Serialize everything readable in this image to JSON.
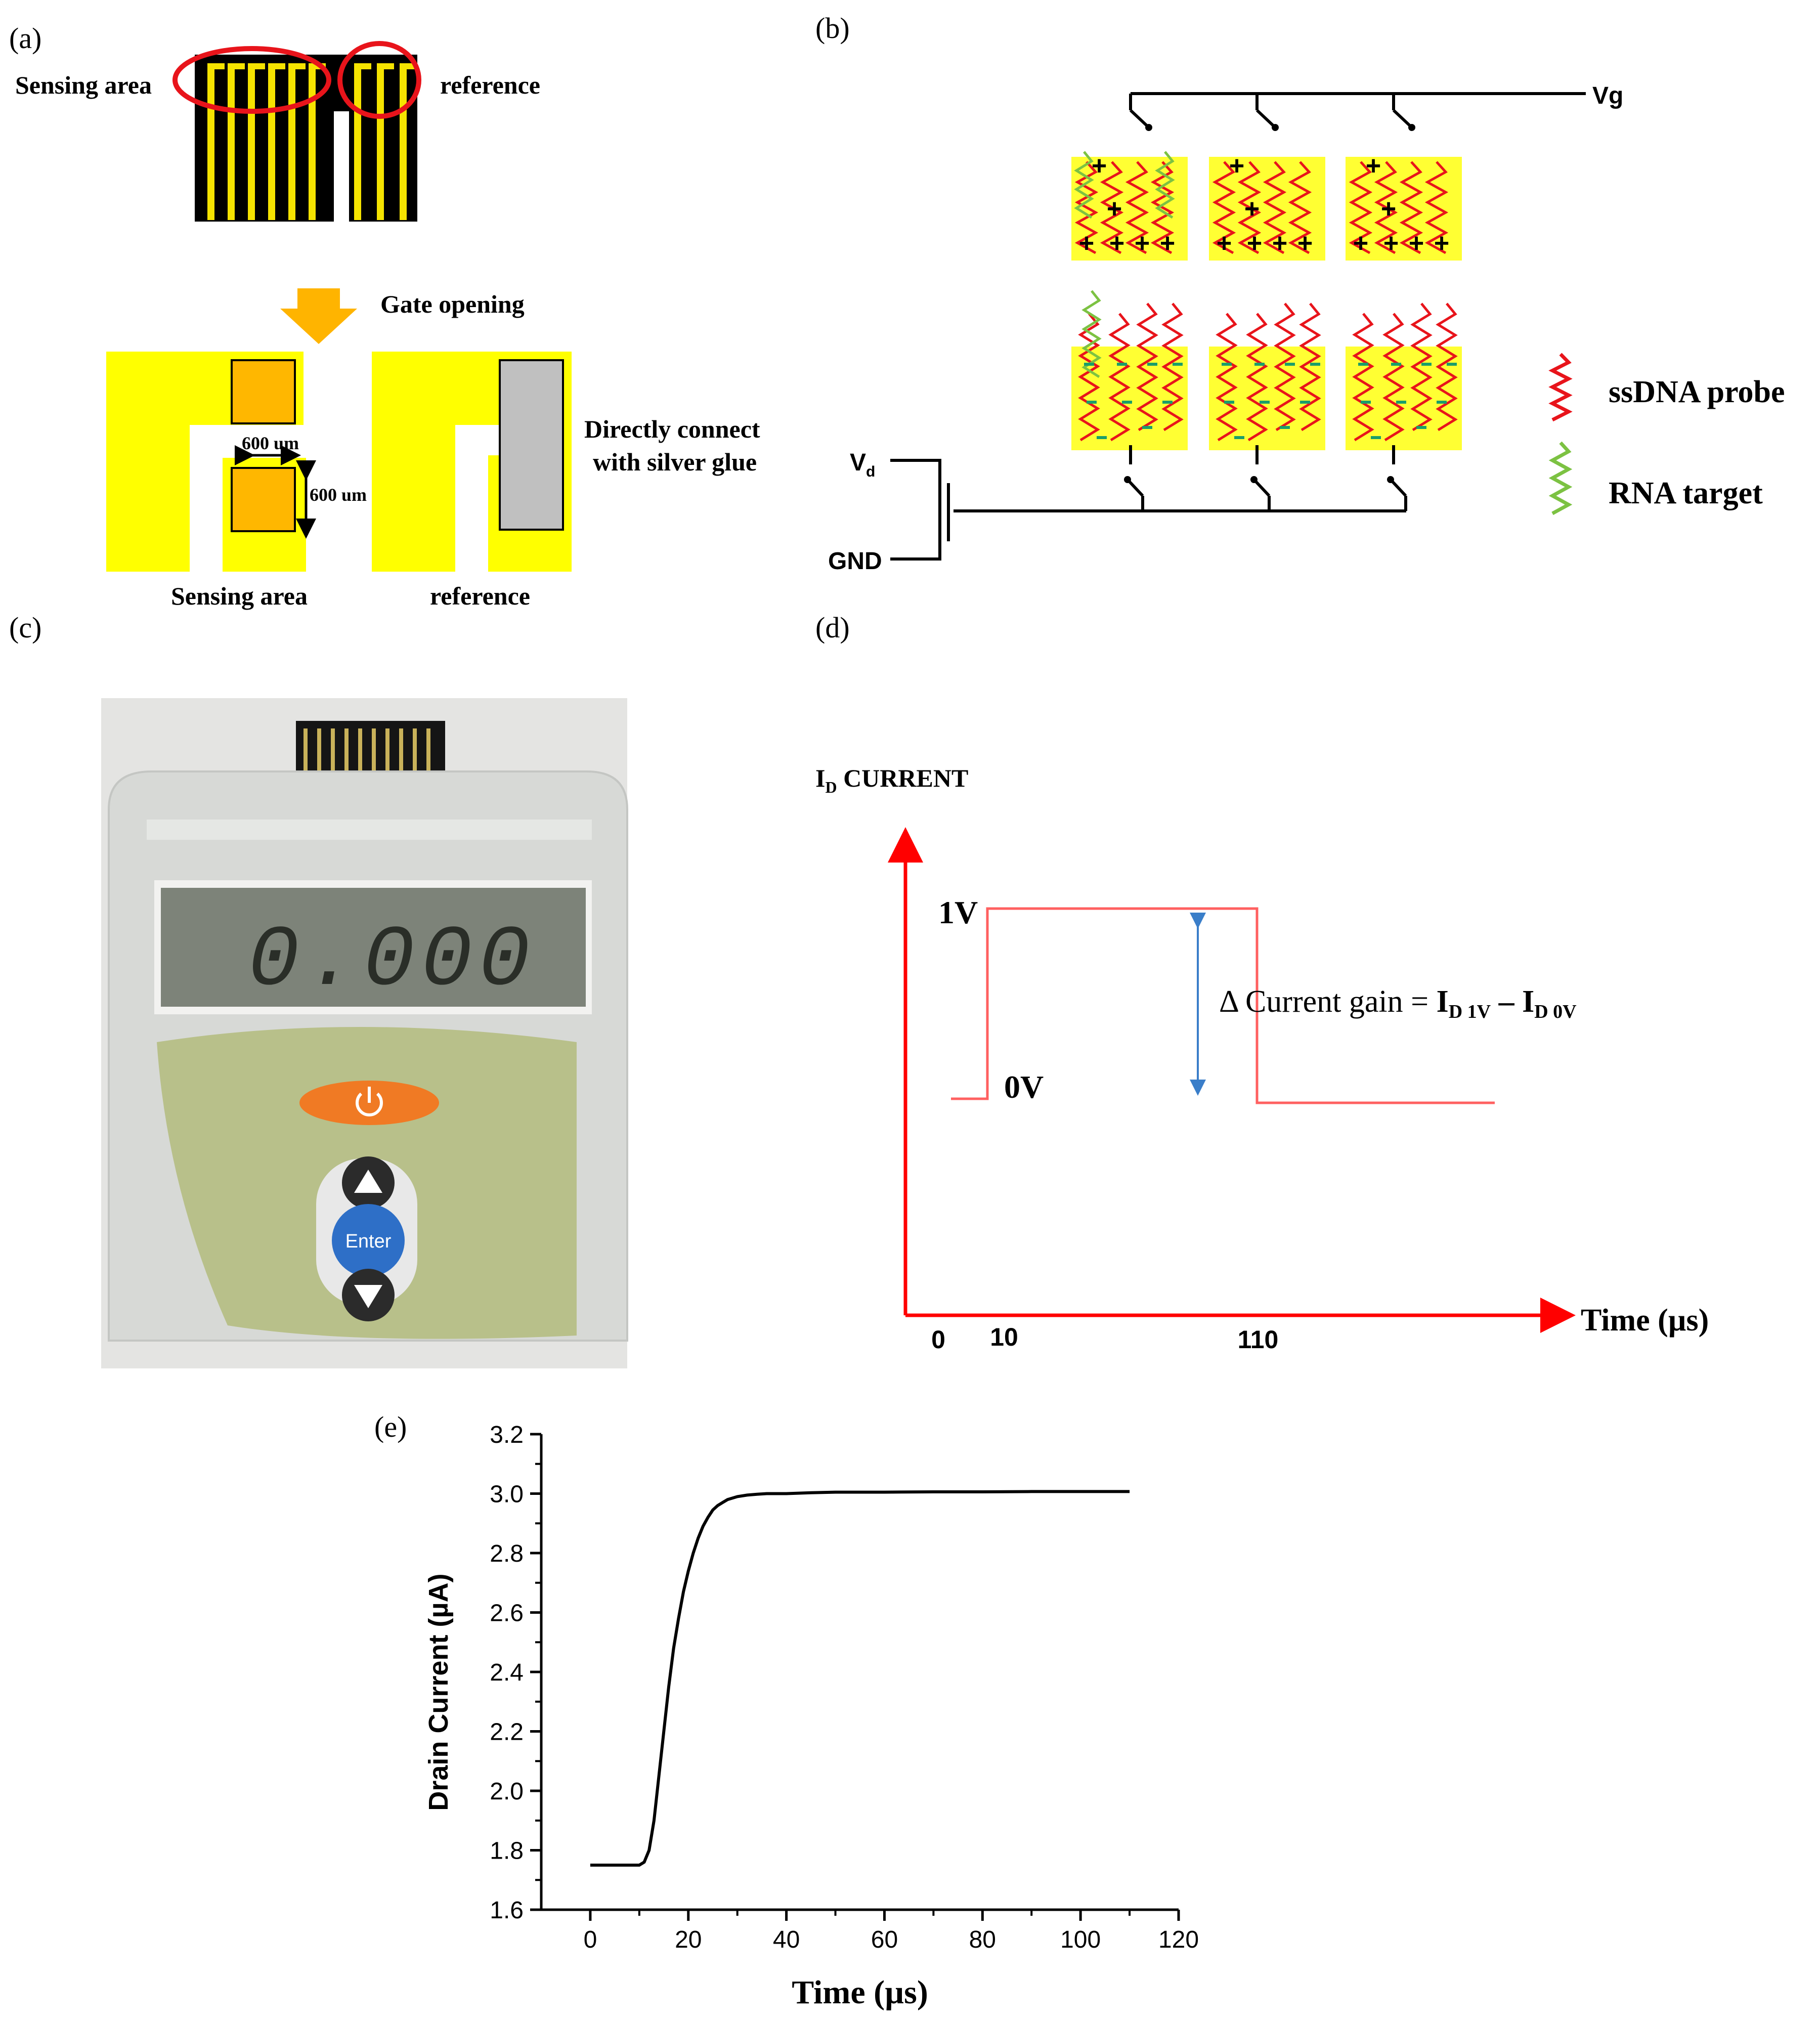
{
  "panels": {
    "a": {
      "label": "(a)",
      "sensing_area_label": "Sensing area",
      "reference_label": "reference",
      "gate_opening_label": "Gate opening",
      "dim_width": "600 um",
      "dim_height": "600 um",
      "silver_glue_line1": "Directly connect",
      "silver_glue_line2": "with silver glue",
      "bottom_sensing_label": "Sensing area",
      "bottom_reference_label": "reference",
      "colors": {
        "electrode": "#ffff00",
        "pad": "#ffb700",
        "glue": "#c0c0c0",
        "highlight": "#e8141b",
        "arrow": "#ffb400"
      }
    },
    "b": {
      "label": "(b)",
      "vg_label": "Vg",
      "vd_label": "V",
      "vd_sub": "d",
      "gnd_label": "GND",
      "legend_probe": "ssDNA probe",
      "legend_target": "RNA target",
      "colors": {
        "probe": "#e8141b",
        "target": "#7cc242",
        "pad": "#ffff33",
        "negative": "#1a9e6a"
      }
    },
    "c": {
      "label": "(c)",
      "display_reading": "0.000",
      "enter_button_label": "Enter"
    },
    "d": {
      "label": "(d)",
      "y_axis_label": "I",
      "y_axis_sub": "D",
      "y_axis_label_rest": " CURRENT",
      "x_axis_label": "Time (µs)",
      "high_label": "1V",
      "low_label": "0V",
      "gain_prefix": "Δ Current gain = ",
      "gain_term1": "I",
      "gain_term1_sub": "D 1V",
      "gain_minus": " – ",
      "gain_term2": "I",
      "gain_term2_sub": "D 0V",
      "x_ticks": [
        "0",
        "10",
        "110"
      ],
      "colors": {
        "axis": "#ff0000",
        "pulse": "#ff6060",
        "gain_arrow": "#3a7ec9"
      }
    }
  },
  "chart_data": {
    "type": "line",
    "panel_label": "(e)",
    "xlabel": "Time (µs)",
    "ylabel": "Drain Current (µA)",
    "xlim": [
      -10,
      120
    ],
    "ylim": [
      1.6,
      3.2
    ],
    "x_ticks": [
      0,
      20,
      40,
      60,
      80,
      100,
      120
    ],
    "y_ticks": [
      1.6,
      1.8,
      2.0,
      2.2,
      2.4,
      2.6,
      2.8,
      3.0,
      3.2
    ],
    "x_tick_labels": [
      "0",
      "20",
      "40",
      "60",
      "80",
      "100",
      "120"
    ],
    "y_tick_labels": [
      "1.6",
      "1.8",
      "2.0",
      "2.2",
      "2.4",
      "2.6",
      "2.8",
      "3.0",
      "3.2"
    ],
    "grid": false,
    "series": [
      {
        "x": [
          0,
          2,
          4,
          6,
          8,
          10,
          11,
          12,
          13,
          14,
          15,
          16,
          17,
          18,
          19,
          20,
          21,
          22,
          23,
          24,
          25,
          26,
          27,
          28,
          30,
          32,
          34,
          36,
          38,
          40,
          45,
          50,
          60,
          70,
          80,
          90,
          100,
          110
        ],
        "y": [
          1.75,
          1.75,
          1.75,
          1.75,
          1.75,
          1.75,
          1.76,
          1.8,
          1.9,
          2.05,
          2.2,
          2.35,
          2.48,
          2.58,
          2.67,
          2.74,
          2.8,
          2.85,
          2.89,
          2.92,
          2.945,
          2.96,
          2.97,
          2.98,
          2.99,
          2.995,
          2.998,
          3.0,
          3.0,
          3.0,
          3.003,
          3.005,
          3.005,
          3.006,
          3.006,
          3.007,
          3.007,
          3.007
        ]
      }
    ]
  }
}
